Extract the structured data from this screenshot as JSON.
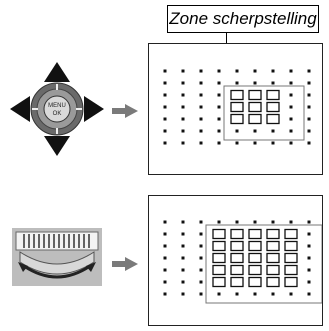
{
  "callout": {
    "label": "Zone scherpstelling"
  },
  "controls": {
    "dpad_center_text": "MENU\nOK",
    "dpad_icon": "focus-lever-dpad-icon",
    "dial_icon": "rear-command-dial-icon",
    "arrow_icon": "right-arrow-icon"
  },
  "panels": [
    {
      "id": "panel1",
      "grid_cols": 9,
      "grid_rows": 7,
      "zone": {
        "cols": 3,
        "rows": 3
      }
    },
    {
      "id": "panel2",
      "grid_cols": 9,
      "grid_rows": 7,
      "zone": {
        "cols": 5,
        "rows": 5
      }
    }
  ]
}
